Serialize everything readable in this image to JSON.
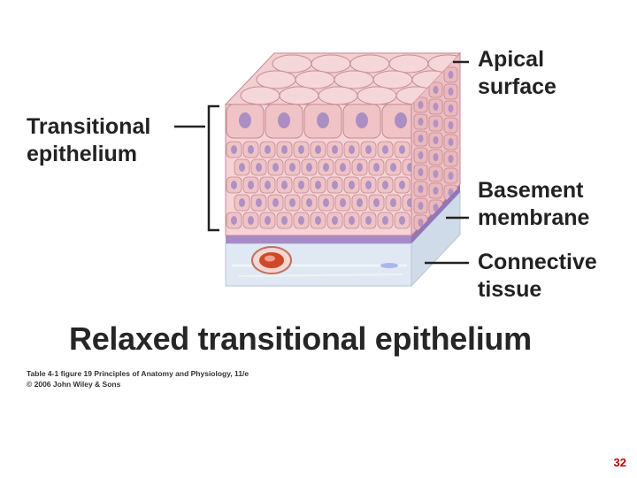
{
  "labels": {
    "apical": [
      "Apical",
      "surface"
    ],
    "transitional": [
      "Transitional",
      "epithelium"
    ],
    "basement": [
      "Basement",
      "membrane"
    ],
    "connective": [
      "Connective",
      "tissue"
    ]
  },
  "title": "Relaxed transitional epithelium",
  "credit": [
    "Table 4-1 figure 19  Principles of Anatomy and Physiology, 11/e",
    "© 2006 John Wiley & Sons"
  ],
  "page_number": "32",
  "colors": {
    "cell_fill": "#f0c4c6",
    "cell_stroke": "#c48a94",
    "nucleus": "#9a82c2",
    "basement": "#a88ac8",
    "connective": "#dde8f2",
    "vessel": "#d04828",
    "page_number": "#c00000"
  }
}
